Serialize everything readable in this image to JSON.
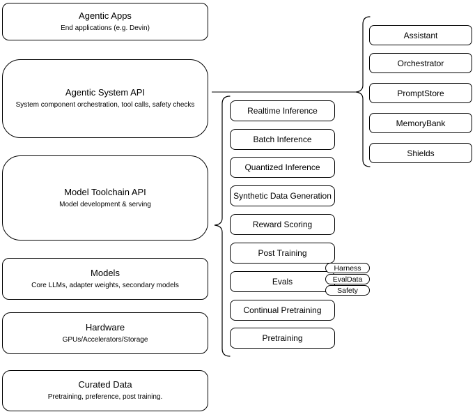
{
  "diagram": {
    "left_stack": [
      {
        "title": "Agentic Apps",
        "subtitle": "End applications (e.g. Devin)"
      },
      {
        "title": "Agentic System API",
        "subtitle": "System component orchestration, tool calls, safety checks"
      },
      {
        "title": "Model Toolchain API",
        "subtitle": "Model development & serving"
      },
      {
        "title": "Models",
        "subtitle": "Core LLMs, adapter weights, secondary models"
      },
      {
        "title": "Hardware",
        "subtitle": "GPUs/Accelerators/Storage"
      },
      {
        "title": "Curated Data",
        "subtitle": "Pretraining, preference, post training."
      }
    ],
    "toolchain_items": [
      "Realtime Inference",
      "Batch Inference",
      "Quantized Inference",
      "Synthetic Data Generation",
      "Reward Scoring",
      "Post Training",
      "Evals",
      "Continual Pretraining",
      "Pretraining"
    ],
    "evals_tags": [
      "Harness",
      "EvalData",
      "Safety"
    ],
    "system_components": [
      "Assistant",
      "Orchestrator",
      "PromptStore",
      "MemoryBank",
      "Shields"
    ],
    "colors": {
      "stroke": "#000000",
      "fill": "#ffffff"
    }
  }
}
